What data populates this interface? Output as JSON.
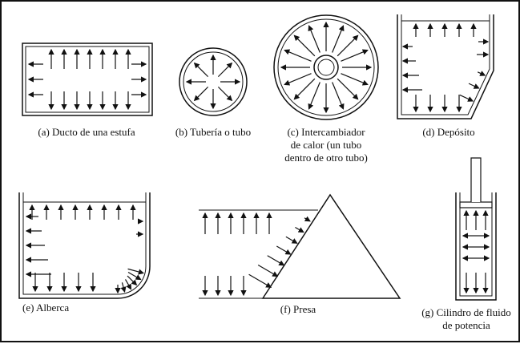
{
  "figure": {
    "captions": {
      "a": "(a) Ducto de una estufa",
      "b": "(b) Tubería o tubo",
      "c_lines": [
        "(c) Intercambiador",
        "de calor (un tubo",
        "dentro de otro tubo)"
      ],
      "d": "(d) Depósito",
      "e": "(e) Alberca",
      "f": "(f) Presa",
      "g_lines": [
        "(g) Cilindro de fluido",
        "de potencia"
      ]
    }
  }
}
